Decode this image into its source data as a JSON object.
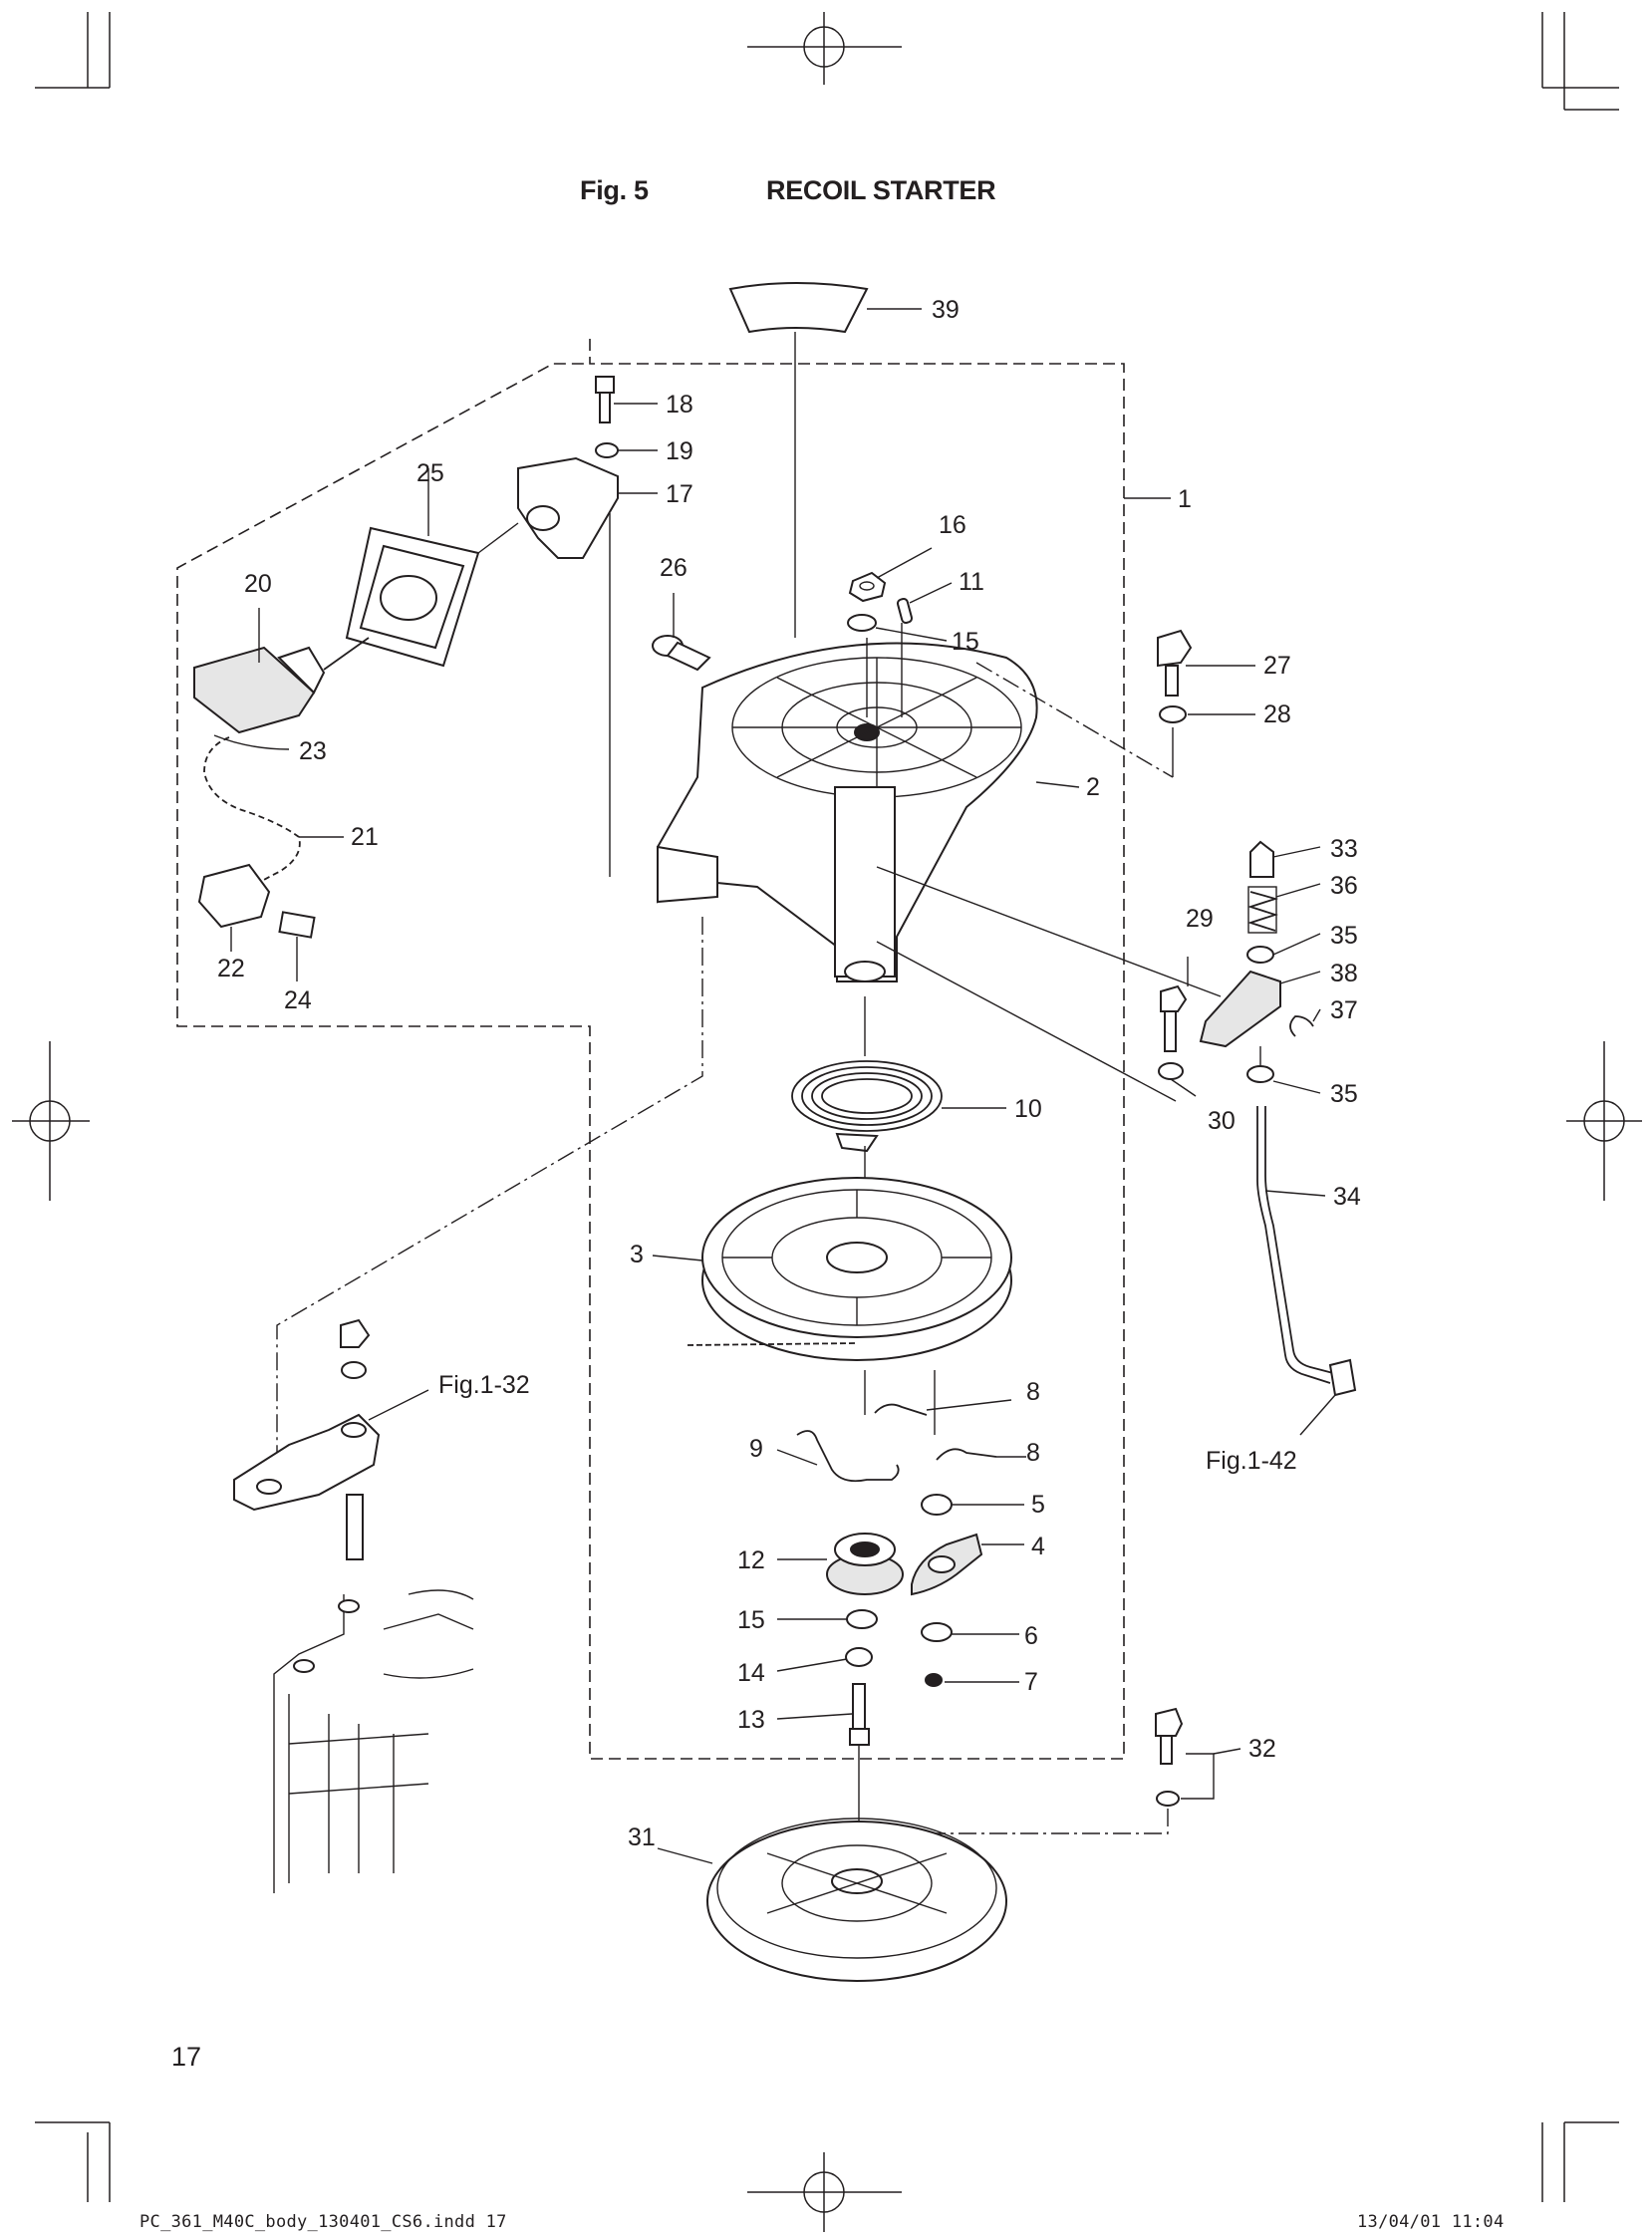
{
  "header": {
    "figure_number": "Fig. 5",
    "figure_title": "RECOIL STARTER"
  },
  "page_number": "17",
  "footer": {
    "file_slug": "PC_361_M40C_body_130401_CS6.indd   17",
    "timestamp": "13/04/01   11:04"
  },
  "callouts": {
    "c1": "1",
    "c2": "2",
    "c3": "3",
    "c4": "4",
    "c5": "5",
    "c6": "6",
    "c7": "7",
    "c8a": "8",
    "c8b": "8",
    "c9": "9",
    "c10": "10",
    "c11": "11",
    "c12": "12",
    "c13": "13",
    "c14": "14",
    "c15a": "15",
    "c15b": "15",
    "c16": "16",
    "c17": "17",
    "c18": "18",
    "c19": "19",
    "c20": "20",
    "c21": "21",
    "c22": "22",
    "c23": "23",
    "c24": "24",
    "c25": "25",
    "c26": "26",
    "c27": "27",
    "c28": "28",
    "c29": "29",
    "c30": "30",
    "c31": "31",
    "c32": "32",
    "c33": "33",
    "c34": "34",
    "c35a": "35",
    "c35b": "35",
    "c36": "36",
    "c37": "37",
    "c38": "38",
    "c39": "39",
    "ref_fig1_32": "Fig.1-32",
    "ref_fig1_42": "Fig.1-42"
  }
}
